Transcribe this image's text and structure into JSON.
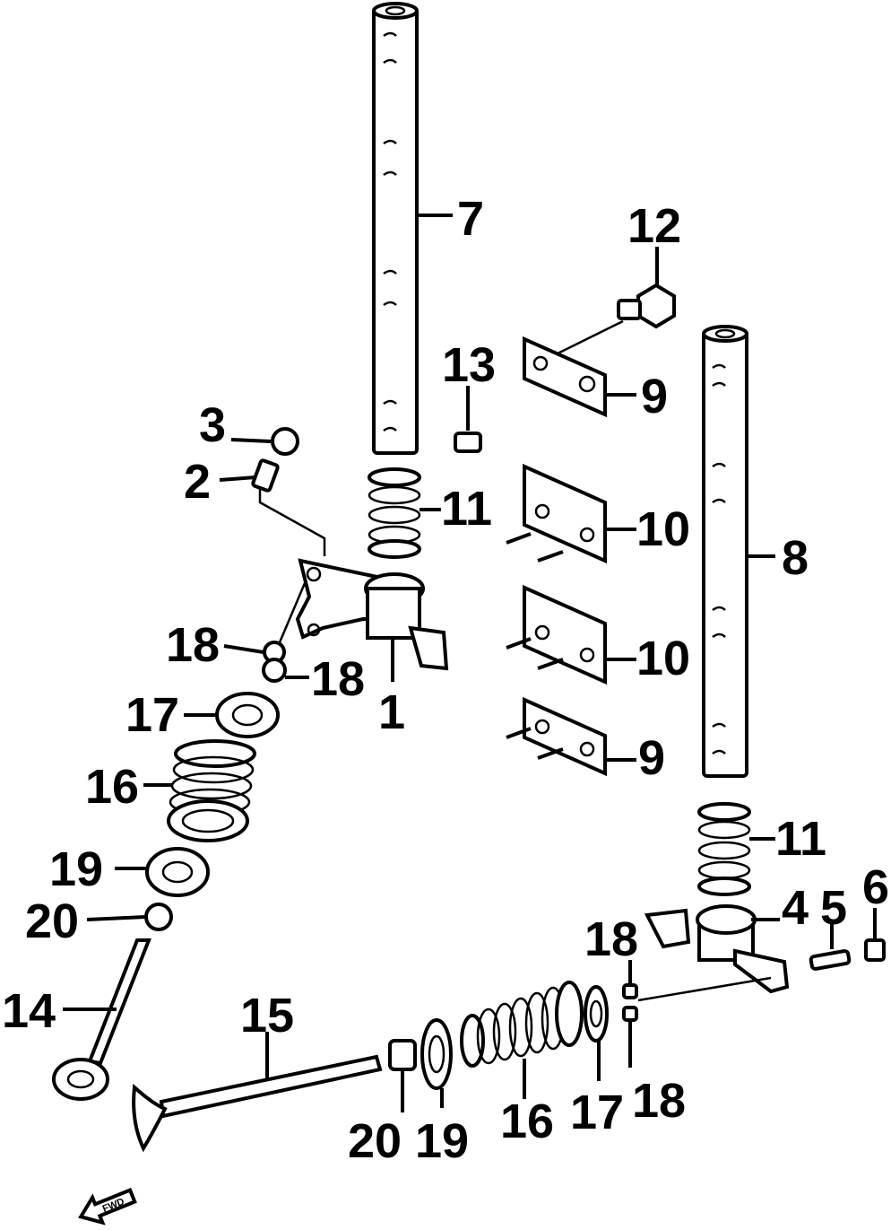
{
  "diagram": {
    "callouts": [
      {
        "id": "c7",
        "text": "7"
      },
      {
        "id": "c12",
        "text": "12"
      },
      {
        "id": "c13",
        "text": "13"
      },
      {
        "id": "c9a",
        "text": "9"
      },
      {
        "id": "c3",
        "text": "3"
      },
      {
        "id": "c2",
        "text": "2"
      },
      {
        "id": "c11a",
        "text": "11"
      },
      {
        "id": "c10a",
        "text": "10"
      },
      {
        "id": "c8",
        "text": "8"
      },
      {
        "id": "c18a",
        "text": "18"
      },
      {
        "id": "c18b",
        "text": "18"
      },
      {
        "id": "c10b",
        "text": "10"
      },
      {
        "id": "c17a",
        "text": "17"
      },
      {
        "id": "c1",
        "text": "1"
      },
      {
        "id": "c9b",
        "text": "9"
      },
      {
        "id": "c16a",
        "text": "16"
      },
      {
        "id": "c11b",
        "text": "11"
      },
      {
        "id": "c19a",
        "text": "19"
      },
      {
        "id": "c6",
        "text": "6"
      },
      {
        "id": "c4",
        "text": "4"
      },
      {
        "id": "c5",
        "text": "5"
      },
      {
        "id": "c20a",
        "text": "20"
      },
      {
        "id": "c18c",
        "text": "18"
      },
      {
        "id": "c14",
        "text": "14"
      },
      {
        "id": "c15",
        "text": "15"
      },
      {
        "id": "c20b",
        "text": "20"
      },
      {
        "id": "c19b",
        "text": "19"
      },
      {
        "id": "c16b",
        "text": "16"
      },
      {
        "id": "c17b",
        "text": "17"
      },
      {
        "id": "c18d",
        "text": "18"
      }
    ],
    "direction_arrow_label": "FWD"
  }
}
